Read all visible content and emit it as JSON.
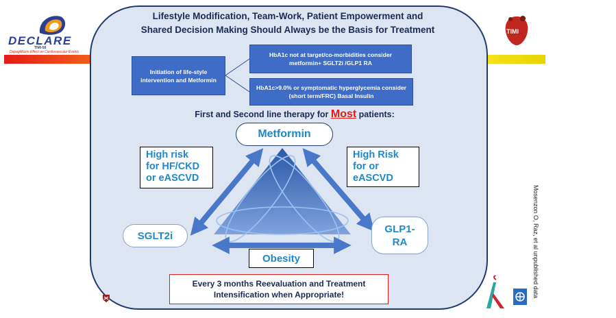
{
  "logos": {
    "declare": {
      "name": "DECLARE",
      "sub1": "TIMI-58",
      "sub2": "Dapagliflozin Effect on Cardiovascular Events"
    },
    "timi": {
      "name": "TIMI"
    }
  },
  "title": {
    "line1": "Lifestyle Modification, Team-Work, Patient Empowerment and",
    "line2": "Shared Decision Making Should Always be the Basis for Treatment"
  },
  "boxes": {
    "initiation": "Initiation of life-style intervention and Metformin",
    "hba1c_not_target": "HbA1c not at target/co-morbidities consider metformin+ SGLT2i /GLP1 RA",
    "hba1c_above_9": "HbA1c>9.0% or symptomatic hyperglycemia consider (short term/FRC) Basal Insulin"
  },
  "subtitle": {
    "prefix": "First and Second line therapy for ",
    "emphasis": "Most",
    "suffix": " patients:"
  },
  "nodes": {
    "metformin": "Metformin",
    "sglt2i": "SGLT2i",
    "glp1_line1": "GLP1-",
    "glp1_line2": "RA",
    "obesity": "Obesity"
  },
  "risk_labels": {
    "hf_ckd": {
      "line1": "High risk",
      "line2": "for HF/CKD",
      "line3": "or eASCVD"
    },
    "ascvd": {
      "line1": "High Risk",
      "line2": "for or",
      "line3": "eASCVD"
    }
  },
  "reevaluation": {
    "line1": "Every 3 months Reevaluation and Treatment",
    "line2": "Intensification when Appropriate!"
  },
  "citation": "Mosenzon O, Raz, et al unpublished data",
  "colors": {
    "panel_fill": "#dde4f2",
    "panel_border": "#1f3a6e",
    "box_fill": "#3e6cc6",
    "label_text": "#1e88c8",
    "arrow": "#4a78c8",
    "emphasis_red": "#e41b17",
    "triangle": "#3a68b8"
  }
}
